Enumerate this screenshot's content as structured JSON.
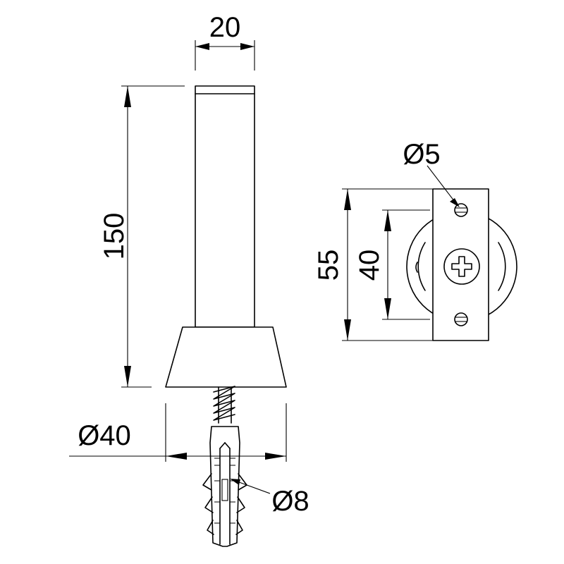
{
  "drawing": {
    "dimensions": {
      "width_top": "20",
      "height": "150",
      "base_diameter": "Ø40",
      "hole_diameter": "Ø5",
      "plate_height": "55",
      "hole_spacing": "40",
      "plug_diameter": "Ø8"
    }
  }
}
